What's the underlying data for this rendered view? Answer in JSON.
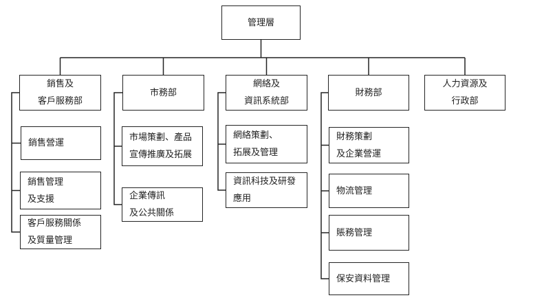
{
  "diagram": {
    "title": "organization-chart",
    "line_color": "#222222",
    "background_color": "#ffffff",
    "root": {
      "label": "管理層"
    },
    "departments": [
      {
        "label": "銷售及\n客戶服務部",
        "children": [
          "銷售營運",
          "銷售管理\n及支援",
          "客戶服務關係\n及質量管理"
        ]
      },
      {
        "label": "市務部",
        "children": [
          "市場策劃、產品\n宣傳推廣及拓展",
          "企業傳訊\n及公共關係"
        ]
      },
      {
        "label": "網絡及\n資訊系統部",
        "children": [
          "網絡策劃、\n拓展及管理",
          "資訊科技及研發\n應用"
        ]
      },
      {
        "label": "財務部",
        "children": [
          "財務策劃\n及企業營運",
          "物流管理",
          "賬務管理",
          "保安資料管理"
        ]
      },
      {
        "label": "人力資源及\n行政部",
        "children": []
      }
    ]
  }
}
